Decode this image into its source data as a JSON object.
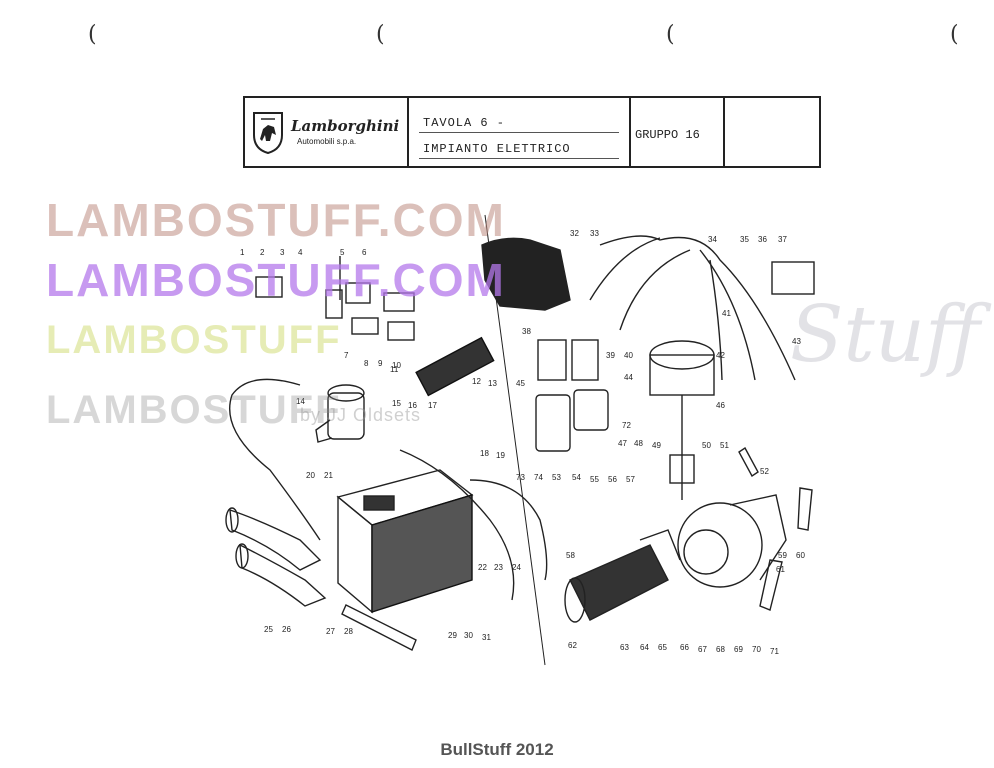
{
  "header": {
    "brand": "Lamborghini",
    "brand_sub": "Automobili s.p.a.",
    "tavola_line1": "TAVOLA  6  -",
    "tavola_line2": "IMPIANTO ELETTRICO",
    "gruppo": "GRUPPO   16"
  },
  "watermarks": {
    "line1": "LAMBOSTUFF.COM",
    "line2": "LAMBOSTUFF.COM",
    "line3": "LAMBOSTUFF",
    "line4": "LAMBOSTUFF",
    "script": "Stuff",
    "byline": "by  JJ  Oldsets"
  },
  "callouts": [
    "1",
    "2",
    "3",
    "4",
    "5",
    "6",
    "7",
    "8",
    "9",
    "10",
    "11",
    "12",
    "13",
    "14",
    "15",
    "16",
    "17",
    "18",
    "19",
    "20",
    "21",
    "22",
    "23",
    "24",
    "25",
    "26",
    "27",
    "28",
    "29",
    "30",
    "31",
    "32",
    "33",
    "34",
    "35",
    "36",
    "37",
    "38",
    "39",
    "40",
    "41",
    "42",
    "43",
    "44",
    "45",
    "46",
    "47",
    "48",
    "49",
    "50",
    "51",
    "52",
    "53",
    "54",
    "55",
    "56",
    "57",
    "58",
    "59",
    "60",
    "61",
    "62",
    "63",
    "64",
    "65",
    "66",
    "67",
    "68",
    "69",
    "70",
    "71",
    "72",
    "73",
    "74"
  ],
  "footer": "BullStuff 2012",
  "colors": {
    "ink": "#222222",
    "watermark_purple": "#b478eb",
    "watermark_rose": "#be8c82"
  }
}
